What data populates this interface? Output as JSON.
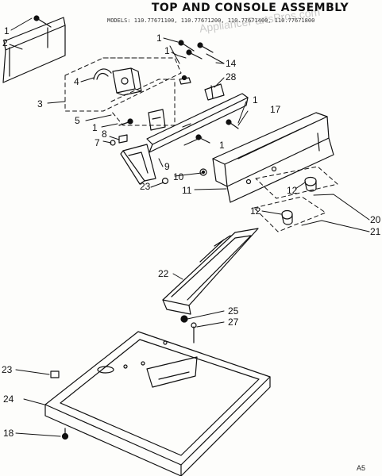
{
  "header": {
    "title": "TOP AND CONSOLE ASSEMBLY",
    "models": "MODELS: 110.77671100, 110.77671200, 110.77671400, 110.77671800",
    "watermark": "AppliancePartsPros.com"
  },
  "footer": {
    "code": "A5"
  },
  "callouts": {
    "c1": "1",
    "c2": "2",
    "c3": "3",
    "c4": "4",
    "c5": "5",
    "c7": "7",
    "c8": "8",
    "c9": "9",
    "c10": "10",
    "c11": "11",
    "c12": "12",
    "c14": "14",
    "c17": "17",
    "c18": "18",
    "c20": "20",
    "c21": "21",
    "c22": "22",
    "c23": "23",
    "c24": "24",
    "c25": "25",
    "c27": "27",
    "c28": "28"
  }
}
